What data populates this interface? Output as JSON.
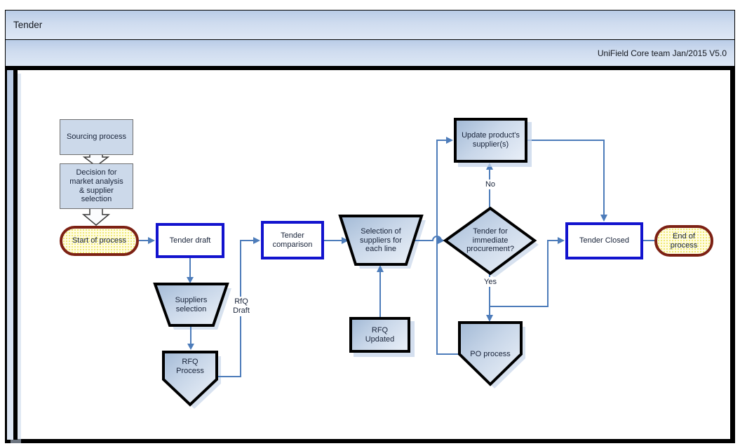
{
  "header": {
    "title": "Tender",
    "subtitle": "UniField Core team Jan/2015 V5.0"
  },
  "nodes": {
    "sourcing": {
      "label": "Sourcing process",
      "type": "process"
    },
    "decision": {
      "label": "Decision for market analysis & supplier selection",
      "type": "process"
    },
    "start": {
      "label": "Start of process",
      "type": "terminator"
    },
    "tender_draft": {
      "label": "Tender draft",
      "type": "state"
    },
    "suppliers_selection": {
      "label": "Suppliers selection",
      "type": "manual-operation"
    },
    "rfq_process": {
      "label": "RFQ Process",
      "type": "off-page"
    },
    "tender_comparison": {
      "label": "Tender comparison",
      "type": "state"
    },
    "selection_suppliers": {
      "label": "Selection of suppliers for each line",
      "type": "manual-operation"
    },
    "rfq_updated": {
      "label": "RFQ Updated",
      "type": "process"
    },
    "immediate_procurement": {
      "label": "Tender for immediate procurement?",
      "type": "decision"
    },
    "update_supplier": {
      "label": "Update product's supplier(s)",
      "type": "process"
    },
    "po_process": {
      "label": "PO process",
      "type": "off-page"
    },
    "tender_closed": {
      "label": "Tender Closed",
      "type": "state"
    },
    "end": {
      "label": "End of process",
      "type": "terminator"
    }
  },
  "edge_labels": {
    "rfq_draft": "RfQ Draft",
    "no": "No",
    "yes": "Yes"
  },
  "colors": {
    "connector_blue": "#4d7cba",
    "state_border_blue": "#1213ce",
    "terminator_border_red": "#7d2114",
    "terminator_fill_yellow": "#fffce2",
    "shape_fill_blue": "#ccd9ea",
    "header_fill_blue": "#c5d5ec",
    "shape_border_black": "#000000"
  }
}
